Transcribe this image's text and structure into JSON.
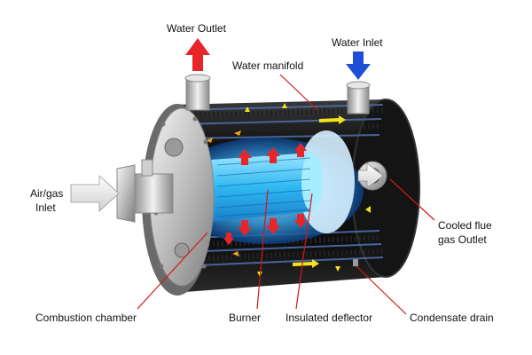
{
  "labels": {
    "water_outlet": "Water Outlet",
    "water_inlet": "Water Inlet",
    "water_manifold": "Water manifold",
    "air_gas_inlet_line1": "Air/gas",
    "air_gas_inlet_line2": "Inlet",
    "cooled_flue_line1": "Cooled flue",
    "cooled_flue_line2": "gas Outlet",
    "combustion_chamber": "Combustion chamber",
    "burner": "Burner",
    "insulated_deflector": "Insulated deflector",
    "condensate_drain": "Condensate drain"
  },
  "colors": {
    "hot_flow": "#e8262a",
    "cold_flow": "#1f4fd6",
    "pointer_line": "#d01818",
    "flame": "#2fc3f5",
    "casing": "#1c1c1c",
    "water_flow": "#f2e21a",
    "flue_flow": "#f0a020"
  },
  "icons": {
    "water_outlet_arrow": "red-up-arrow-icon",
    "water_inlet_arrow": "blue-down-arrow-icon",
    "air_gas_arrow": "white-right-arrow-icon",
    "flue_arrow": "white-left-arrow-icon"
  }
}
